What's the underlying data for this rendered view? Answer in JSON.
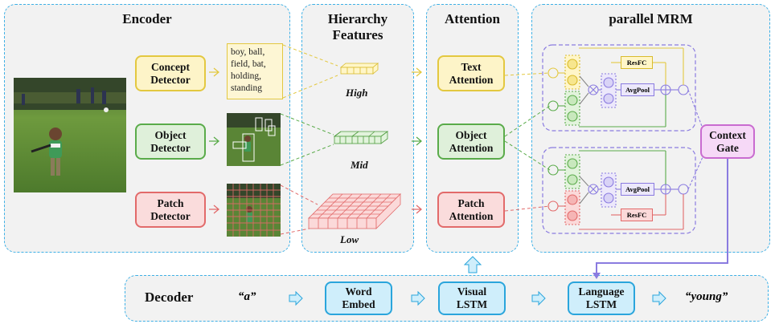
{
  "panels": {
    "encoder": "Encoder",
    "hierarchy_line1": "Hierarchy",
    "hierarchy_line2": "Features",
    "attention": "Attention",
    "mrm": "parallel MRM",
    "decoder": "Decoder"
  },
  "detectors": {
    "concept": [
      "Concept",
      "Detector"
    ],
    "object": [
      "Object",
      "Detector"
    ],
    "patch": [
      "Patch",
      "Detector"
    ]
  },
  "concepts_text": [
    "boy, ball,",
    "field, bat,",
    "holding,",
    "standing"
  ],
  "levels": {
    "high": "High",
    "mid": "Mid",
    "low": "Low"
  },
  "attention": {
    "text": [
      "Text",
      "Attention"
    ],
    "object": [
      "Object",
      "Attention"
    ],
    "patch": [
      "Patch",
      "Attention"
    ]
  },
  "mrm": {
    "resfc": "ResFC",
    "avgpool": "AvgPool",
    "gate": [
      "Context",
      "Gate"
    ]
  },
  "decoder": {
    "input_word": "“a”",
    "word_embed": [
      "Word",
      "Embed"
    ],
    "visual_lstm": [
      "Visual",
      "LSTM"
    ],
    "language_lstm": [
      "Language",
      "LSTM"
    ],
    "output_word": "“young”"
  },
  "colors": {
    "concept": "#e3c840",
    "object": "#5aab4a",
    "patch": "#e26a6a",
    "gate": "#c96bd0",
    "panel_border": "#3db0e6",
    "mrm_border": "#8a7be0"
  }
}
